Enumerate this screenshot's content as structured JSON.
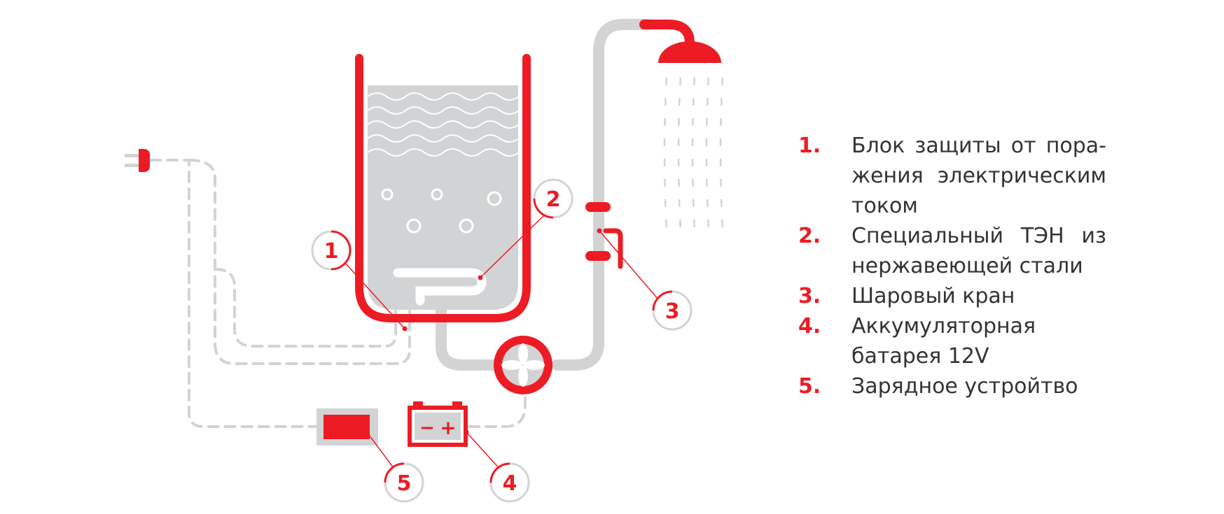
{
  "colors": {
    "accent": "#ed1c24",
    "pipe": "#d2d3d5",
    "water": "#d2d3d5",
    "text": "#333333"
  },
  "icons": [
    "plug-icon",
    "water-tank-icon",
    "heating-element-icon",
    "ball-valve-icon",
    "pump-icon",
    "shower-head-icon",
    "battery-icon",
    "charger-icon"
  ],
  "callouts": {
    "c1": "1",
    "c2": "2",
    "c3": "3",
    "c4": "4",
    "c5": "5"
  },
  "battery_signs": {
    "minus": "−",
    "plus": "+"
  },
  "legend": [
    {
      "num": "1.",
      "text": "Блок защиты от пора-жения электрическим током"
    },
    {
      "num": "2.",
      "text": "Специальный ТЭН из нержавеющей стали"
    },
    {
      "num": "3.",
      "text": "Шаровый кран"
    },
    {
      "num": "4.",
      "text": "Аккумуляторная батарея  12V"
    },
    {
      "num": "5.",
      "text": "Зарядное устройтво"
    }
  ]
}
